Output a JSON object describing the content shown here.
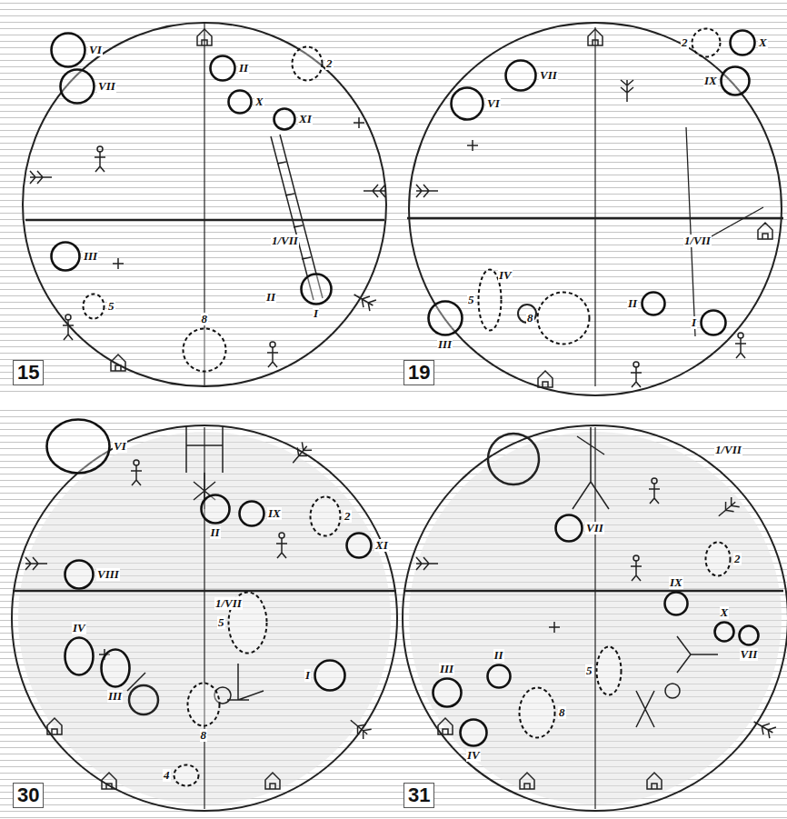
{
  "diagram": {
    "nodes": [
      {
        "text": [
          "15"
        ]
      },
      {
        "text": [
          "VI"
        ],
        "in": 0
      },
      {
        "text": [
          "VII"
        ],
        "in": 0
      },
      {
        "text": [
          "II"
        ],
        "in": 0
      },
      {
        "text": [
          "X"
        ],
        "in": 0
      },
      {
        "text": [
          "XI"
        ],
        "in": 0
      },
      {
        "text": [
          "2"
        ],
        "in": 0
      },
      {
        "text": [
          "III"
        ],
        "in": 0
      },
      {
        "text": [
          "5"
        ],
        "in": 0
      },
      {
        "text": [
          "8"
        ],
        "in": 0
      },
      {
        "text": [
          "I"
        ],
        "in": 0
      },
      {
        "text": [
          "19"
        ]
      },
      {
        "text": [
          "VI"
        ],
        "in": 11
      },
      {
        "text": [
          "VII"
        ],
        "in": 11
      },
      {
        "text": [
          "2"
        ],
        "in": 11
      },
      {
        "text": [
          "X"
        ],
        "in": 11
      },
      {
        "text": [
          "IX"
        ],
        "in": 11
      },
      {
        "text": [
          "5"
        ],
        "in": 11
      },
      {
        "text": [
          "III"
        ],
        "in": 11
      },
      {
        "text": [
          "8"
        ],
        "in": 11
      },
      {
        "text": [
          "II"
        ],
        "in": 11
      },
      {
        "text": [
          "I"
        ],
        "in": 11
      },
      {
        "text": [
          "30"
        ]
      },
      {
        "text": [
          "VI"
        ],
        "in": 22
      },
      {
        "text": [
          "II"
        ],
        "in": 22
      },
      {
        "text": [
          "IX"
        ],
        "in": 22
      },
      {
        "text": [
          "2"
        ],
        "in": 22
      },
      {
        "text": [
          "XI"
        ],
        "in": 22
      },
      {
        "text": [
          "VIII"
        ],
        "in": 22
      },
      {
        "text": [
          "5"
        ],
        "in": 22
      },
      {
        "text": [
          "IV"
        ],
        "in": 22
      },
      {
        "text": [
          "III"
        ],
        "in": 22
      },
      {
        "text": [
          "8"
        ],
        "in": 22
      },
      {
        "text": [
          "4"
        ],
        "in": 22
      },
      {
        "text": [
          "I"
        ],
        "in": 22
      },
      {
        "text": [
          "31"
        ]
      },
      {
        "text": [
          "VII"
        ],
        "in": 35
      },
      {
        "text": [
          "IX"
        ],
        "in": 35
      },
      {
        "text": [
          "2"
        ],
        "in": 35
      },
      {
        "text": [
          "X"
        ],
        "in": 35
      },
      {
        "text": [
          "VII"
        ],
        "in": 35
      },
      {
        "text": [
          "5"
        ],
        "in": 35
      },
      {
        "text": [
          "III"
        ],
        "in": 35
      },
      {
        "text": [
          "II"
        ],
        "in": 35
      },
      {
        "text": [
          "8"
        ],
        "in": 35
      },
      {
        "text": [
          "IV"
        ],
        "in": 35
      }
    ],
    "labels": [
      "1/VII",
      "II",
      "1/VII",
      "IV",
      "1/VII",
      "1/VII"
    ]
  }
}
